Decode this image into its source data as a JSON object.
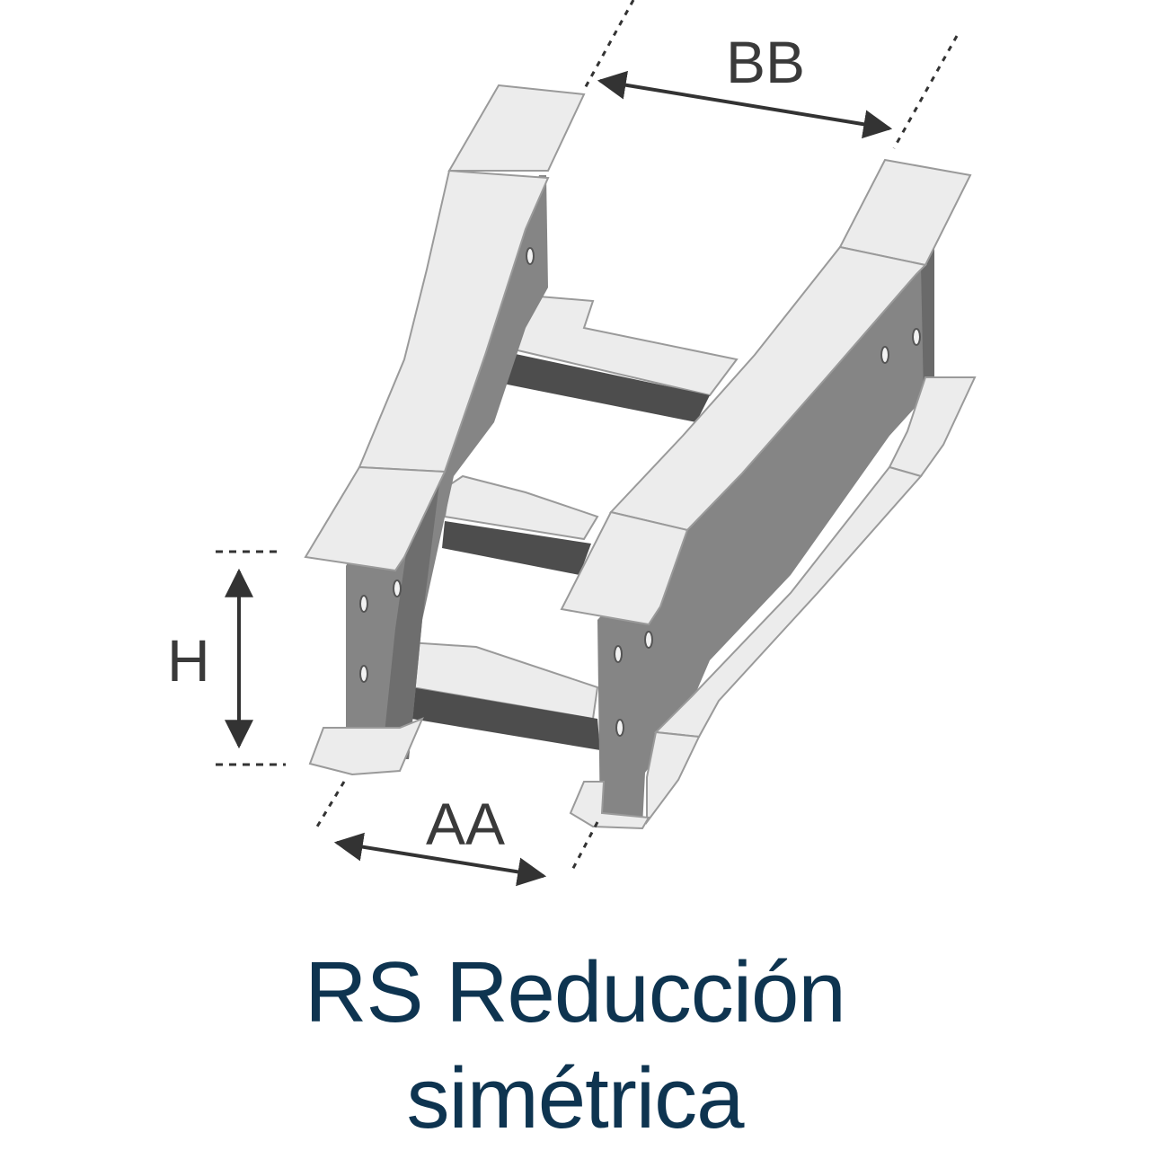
{
  "dimensions": {
    "bb": "BB",
    "aa": "AA",
    "h": "H"
  },
  "caption": {
    "line1": "RS Reducción",
    "line2": "simétrica"
  },
  "colors": {
    "flange": "#ececec",
    "flange_stroke": "#9a9a9a",
    "web": "#808080",
    "rung": "#4d4d4d",
    "dimension": "#333333",
    "caption": "#0e3450"
  }
}
